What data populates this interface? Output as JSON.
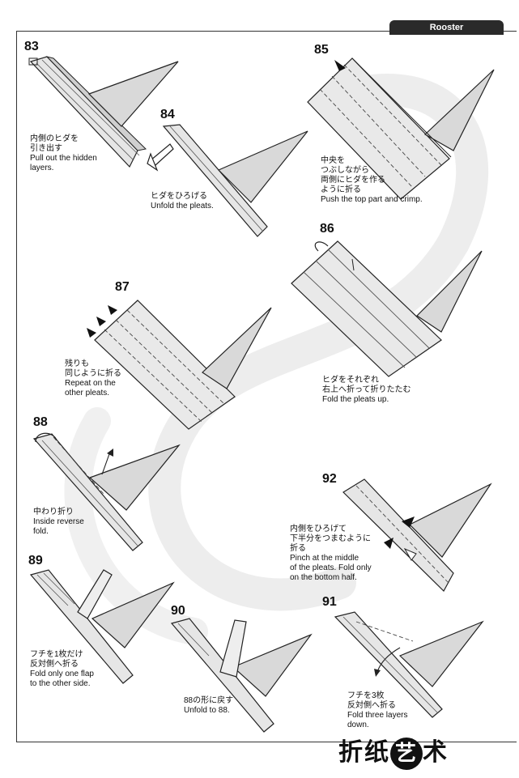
{
  "header": {
    "tab_label": "Rooster"
  },
  "steps": [
    {
      "num": "83",
      "caption": [
        "内側のヒダを",
        "引き出す",
        "Pull out the hidden",
        "layers."
      ]
    },
    {
      "num": "84",
      "caption": [
        "ヒダをひろげる",
        "Unfold the pleats."
      ]
    },
    {
      "num": "85",
      "caption": [
        "中央を",
        "つぶしながら",
        "両側にヒダを作る",
        "ように折る",
        "Push the top part and crimp."
      ]
    },
    {
      "num": "86",
      "caption": [
        "ヒダをそれぞれ",
        "右上へ折って折りたたむ",
        "Fold the pleats up."
      ]
    },
    {
      "num": "87",
      "caption": [
        "残りも",
        "同じように折る",
        "Repeat on the",
        "other pleats."
      ]
    },
    {
      "num": "88",
      "caption": [
        "中わり折り",
        "Inside reverse",
        "fold."
      ]
    },
    {
      "num": "92",
      "caption": [
        "内側をひろげて",
        "下半分をつまむように",
        "折る",
        "Pinch at the middle",
        "of the pleats. Fold only",
        "on the bottom half."
      ]
    },
    {
      "num": "89",
      "caption": [
        "フチを1枚だけ",
        "反対側へ折る",
        "Fold only one flap",
        "to the other side."
      ]
    },
    {
      "num": "90",
      "caption": [
        "88の形に戻す",
        "Unfold to 88."
      ]
    },
    {
      "num": "91",
      "caption": [
        "フチを3枚",
        "反対側へ折る",
        "Fold three layers",
        "down."
      ]
    }
  ],
  "watermark": {
    "chars": [
      "折",
      "纸",
      "艺",
      "术"
    ]
  }
}
